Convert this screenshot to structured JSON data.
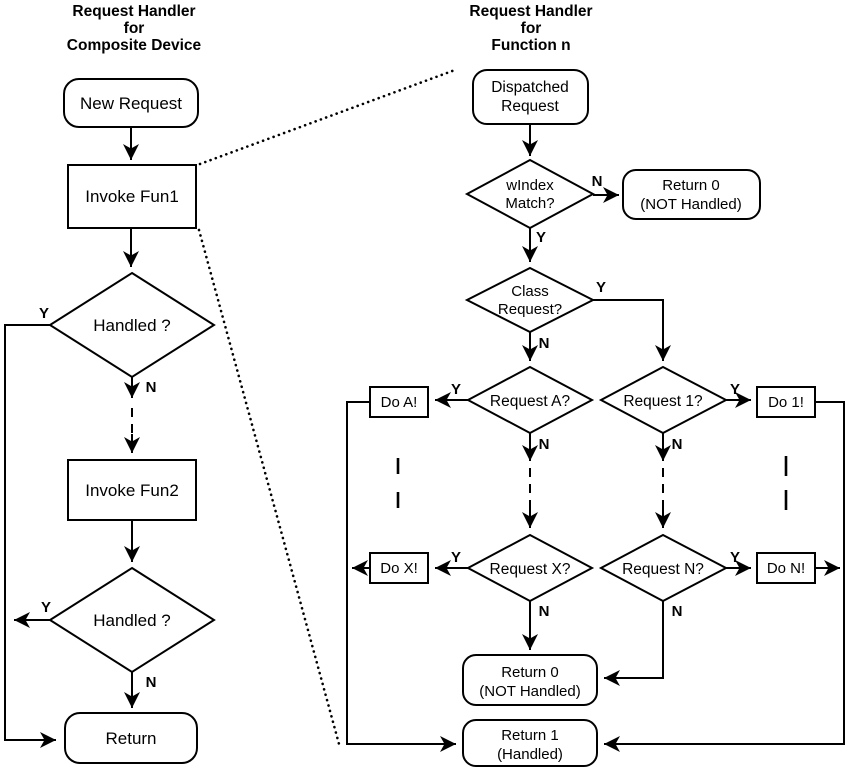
{
  "diagram_left": {
    "title_lines": [
      "Request Handler",
      "for",
      "Composite Device"
    ],
    "nodes": {
      "new_request": "New Request",
      "invoke_fun1": "Invoke Fun1",
      "handled_1": "Handled ?",
      "invoke_fun2": "Invoke Fun2",
      "handled_2": "Handled ?",
      "return_node": "Return"
    },
    "branch_labels": {
      "handled1_y": "Y",
      "handled1_n": "N",
      "handled2_y": "Y",
      "handled2_n": "N"
    }
  },
  "diagram_right": {
    "title_lines": [
      "Request Handler",
      "for",
      "Function n"
    ],
    "nodes": {
      "dispatched": [
        "Dispatched",
        "Request"
      ],
      "windex_match": [
        "wIndex",
        "Match?"
      ],
      "return0_top": [
        "Return 0",
        "(NOT Handled)"
      ],
      "class_request": [
        "Class",
        "Request?"
      ],
      "request_a": "Request A?",
      "request_1": "Request 1?",
      "do_a": "Do A!",
      "do_1": "Do 1!",
      "request_x": "Request X?",
      "request_n": "Request N?",
      "do_x": "Do X!",
      "do_n": "Do N!",
      "return0_bottom": [
        "Return 0",
        "(NOT Handled)"
      ],
      "return1": [
        "Return 1",
        "(Handled)"
      ]
    },
    "branch_labels": {
      "windex_n": "N",
      "windex_y": "Y",
      "class_y": "Y",
      "class_n": "N",
      "request_a_y": "Y",
      "request_a_n": "N",
      "request_1_y": "Y",
      "request_1_n": "N",
      "request_x_y": "Y",
      "request_x_n": "N",
      "request_n_y": "Y",
      "request_n_n": "N"
    }
  },
  "colors": {
    "stroke": "#000000",
    "background": "#ffffff",
    "text": "#000000"
  }
}
